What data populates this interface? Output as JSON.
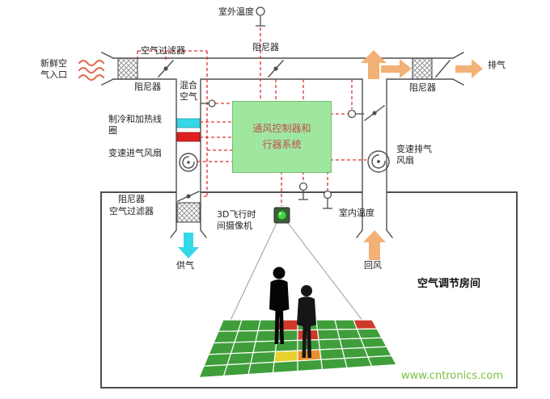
{
  "diagram": {
    "labels": {
      "outdoor_temp": "室外温度",
      "fresh_air_inlet": "新鲜空气入口",
      "air_filter_top": "空气过滤器",
      "damper_left": "阻尼器",
      "mixed_air": "混合空气",
      "damper_top": "阻尼器",
      "cooling_heating_coil": "制冷和加热线圈",
      "intake_fan": "变速进气风扇",
      "damper_bottom_left": "阻尼器",
      "air_filter_bottom": "空气过滤器",
      "supply_air": "供气",
      "tof_camera": "3D飞行时间摄像机",
      "indoor_temp": "室内温度",
      "controller": "通风控制器和行器系统",
      "damper_right": "阻尼器",
      "exhaust": "排气",
      "exhaust_fan": "变速排气风扇",
      "return_air": "回风",
      "room": "空气调节房间",
      "watermark": "www.cntronics.com"
    },
    "colors": {
      "controller_bg": "#9fe69f",
      "controller_text": "#c0504d",
      "signal_line": "#e03030",
      "flow_arrow": "#f2b176",
      "supply_arrow": "#35d8e8",
      "cool_coil": "#35d8e8",
      "heat_coil": "#e02020",
      "watermark": "#7ac143",
      "grid": {
        "g": "#3f9e3a",
        "r": "#cf3a28",
        "o": "#e8902e",
        "y": "#e8d12e"
      }
    },
    "floor_grid": {
      "rows": 5,
      "cols": 8,
      "cells": [
        "gggrgggr",
        "ggggrggg",
        "gggggggg",
        "gggyoggg",
        "gggggggg"
      ]
    }
  }
}
